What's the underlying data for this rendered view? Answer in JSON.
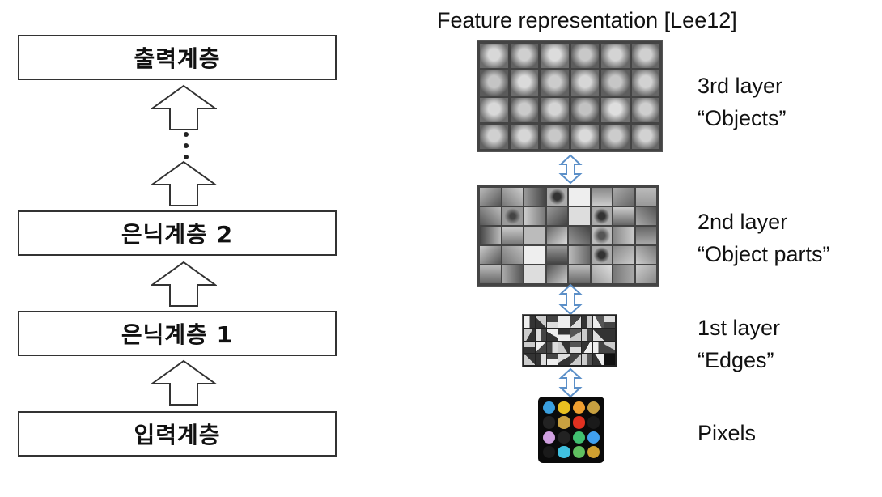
{
  "left": {
    "layers": [
      {
        "label": "출력계층"
      },
      {
        "label": "은닉계층 2"
      },
      {
        "label": "은닉계층 1"
      },
      {
        "label": "입력계층"
      }
    ]
  },
  "right": {
    "title": "Feature representation  [Lee12]",
    "levels": [
      {
        "name": "3rd layer",
        "desc": "“Objects”"
      },
      {
        "name": "2nd layer",
        "desc": "“Object parts”"
      },
      {
        "name": "1st layer",
        "desc": "“Edges”"
      },
      {
        "name": "Pixels"
      }
    ],
    "pixel_colors": [
      "#3aa0e0",
      "#e8c020",
      "#f0a030",
      "#c8a040",
      "#222222",
      "#c8a040",
      "#e03020",
      "#1a1a1a",
      "#d0a0e0",
      "#222222",
      "#40c070",
      "#40a0f0",
      "#1a1a1a",
      "#40c0e0",
      "#60c060",
      "#d0a030"
    ]
  }
}
